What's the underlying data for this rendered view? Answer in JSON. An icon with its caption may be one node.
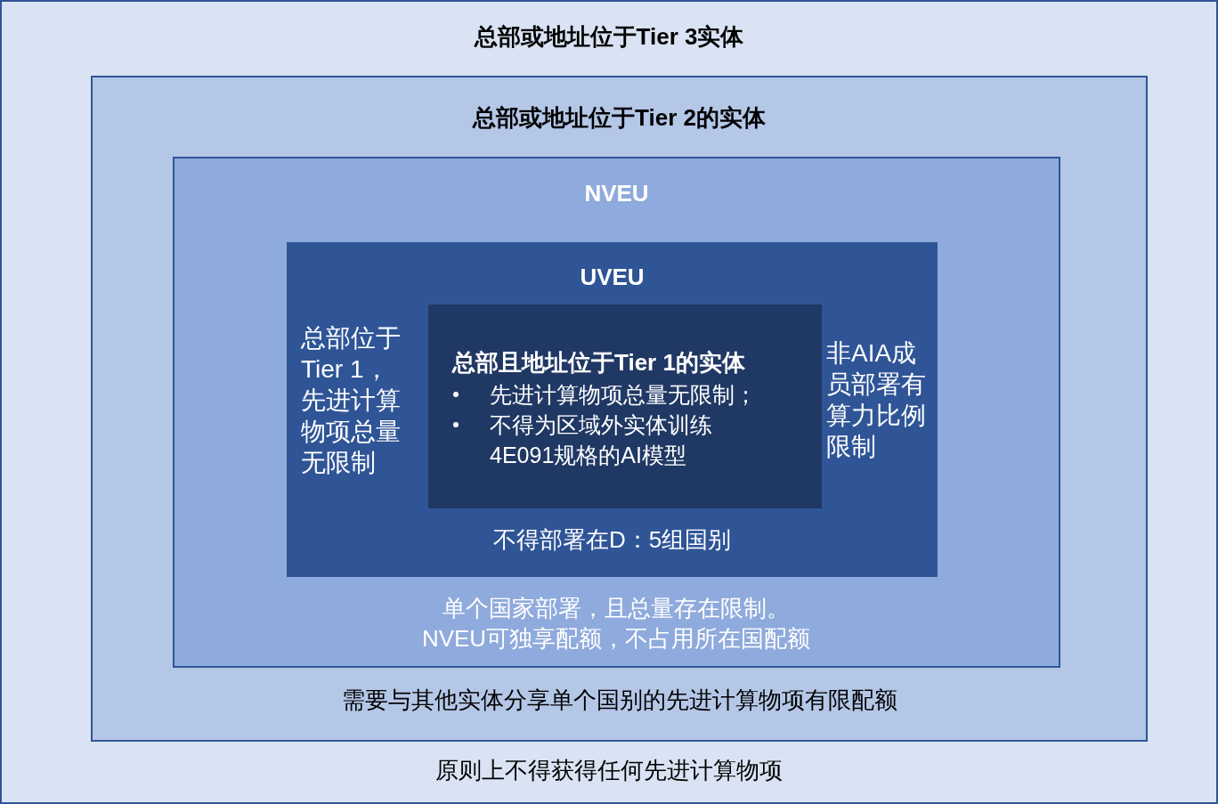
{
  "diagram": {
    "nodes": [
      {
        "text": [
          "总部或地址位于Tier 3实体",
          "原则上不得获得任何先进计算物项"
        ]
      },
      {
        "text": [
          "总部或地址位于Tier 2的实体",
          "需要与其他实体分享单个国别的先进计算物项有限配额"
        ],
        "in": 0
      },
      {
        "text": [
          "NVEU",
          "单个国家部署，且总量存在限制。NVEU可独享配额，不占用所在国配额"
        ],
        "in": 1
      },
      {
        "text": [
          "UVEU",
          "总部位于Tier 1，先进计算物项总量无限制",
          "非AIA成员部署有算力比例限制",
          "不得部署在D：5组国别"
        ],
        "in": 2
      },
      {
        "text": [
          "总部且地址位于Tier 1的实体",
          "先进计算物项总量无限制；",
          "不得为区域外实体训练4E091规格的AI模型"
        ],
        "in": 3
      }
    ]
  }
}
